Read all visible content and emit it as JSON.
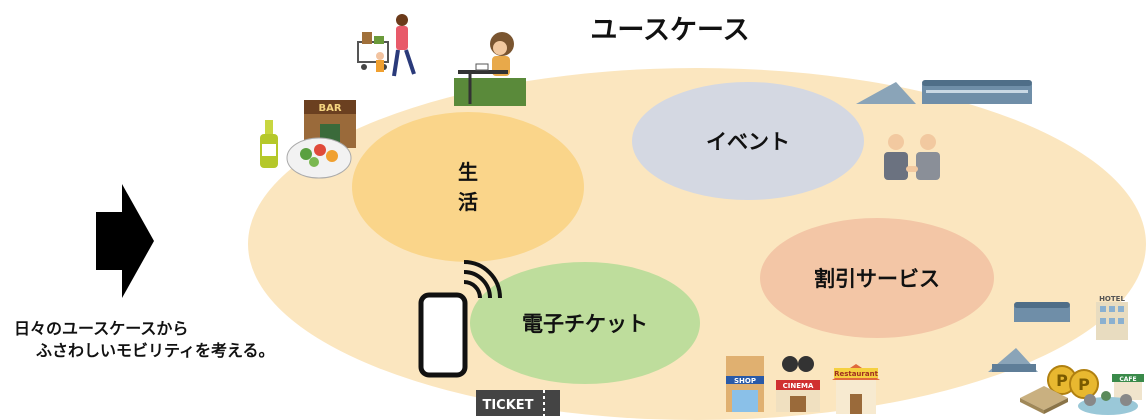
{
  "title": "ユースケース",
  "categories": {
    "life_line1": "生",
    "life_line2": "活",
    "event": "イベント",
    "discount": "割引サービス",
    "e_ticket": "電子チケット"
  },
  "caption": {
    "line1": "日々のユースケースから",
    "line2": "ふさわしいモビリティを考える。"
  },
  "illustration_labels": {
    "bar_sign": "BAR",
    "ticket": "TICKET",
    "shop": "SHOP",
    "cinema": "CINEMA",
    "restaurant": "Restaurant",
    "hotel": "HOTEL",
    "cafe": "CAFE",
    "parking_p1": "P",
    "parking_p2": "P"
  },
  "colors": {
    "big_ellipse": "#fbe6bf",
    "life": "#fad58a",
    "event": "#d4d8e2",
    "discount": "#f3c6a6",
    "e_ticket": "#bedd9c"
  }
}
